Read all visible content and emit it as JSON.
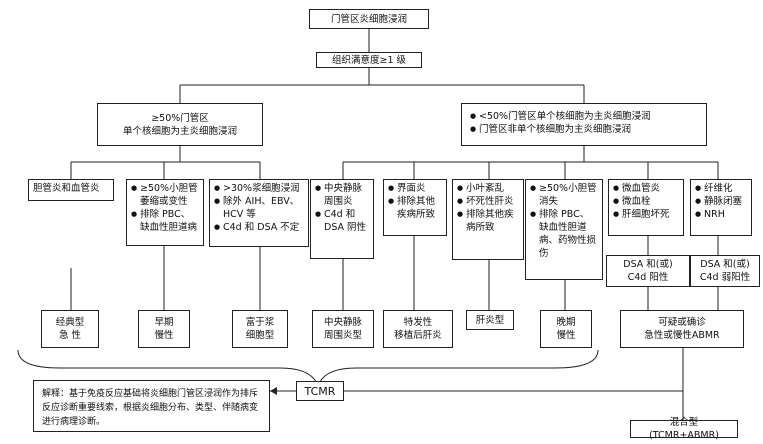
{
  "root": "门管区炎细胞浸润",
  "level1": "组织满意度≥1 级",
  "left_branch": [
    "≥50%门管区",
    "单个核细胞为主炎细胞浸润"
  ],
  "right_branch": [
    "<50%门管区单个核细胞为主炎细胞浸润",
    "门管区非单个核细胞为主炎细胞浸润"
  ],
  "criteria": [
    {
      "lines": [
        "胆管炎和血管炎"
      ]
    },
    {
      "lines": [
        "≥50%小胆管萎缩或变性",
        "排除 PBC、缺血性胆道病"
      ]
    },
    {
      "lines": [
        ">30%浆细胞浸润",
        "除外 AIH、EBV、HCV 等",
        "C4d 和 DSA 不定"
      ]
    },
    {
      "lines": [
        "中央静脉周围炎",
        "C4d 和 DSA 阴性"
      ]
    },
    {
      "lines": [
        "界面炎",
        "排除其他疾病所致"
      ]
    },
    {
      "lines": [
        "小叶紊乱",
        "坏死性肝炎",
        "排除其他疾病所致"
      ]
    },
    {
      "lines": [
        "≥50%小胆管消失",
        "排除 PBC、缺血性胆道病、药物性损伤"
      ]
    },
    {
      "lines": [
        "微血管炎",
        "微血栓",
        "肝细胞坏死"
      ]
    },
    {
      "lines": [
        "纤维化",
        "静脉闭塞",
        "NRH"
      ]
    }
  ],
  "dsa_boxes": [
    "DSA 和(或)\nC4d 阳性",
    "DSA 和(或)\nC4d 弱阳性"
  ],
  "diagnoses": [
    "经典型\n急 性",
    "早期\n慢性",
    "富于浆\n细胞型",
    "中央静脉\n周围炎型",
    "特发性\n移植后肝炎",
    "肝炎型",
    "晚期\n慢性",
    "可疑或确诊\n急性或慢性ABMR"
  ],
  "tcmr": "TCMR",
  "mixed": "混合型(TCMR+ABMR)",
  "note": "解释：基于免疫反应基础将炎细胞门管区浸润作为排斥反应诊断重要线索，根据炎细胞分布、类型、伴随病变进行病理诊断。"
}
